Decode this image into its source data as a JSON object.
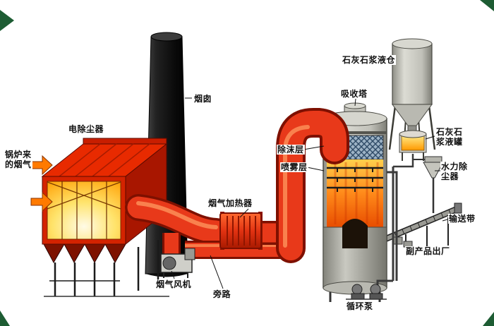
{
  "labels": {
    "boiler_gas": "锅炉来\n的烟气",
    "esp": "电除尘器",
    "chimney": "烟囱",
    "gas_heater": "烟气加热器",
    "gas_fan": "烟气风机",
    "bypass": "旁路",
    "demister_layer": "除沫层",
    "spray_layer": "喷雾层",
    "absorber_tower": "吸收塔",
    "limestone_slurry_silo": "石灰石浆液仓",
    "limestone_slurry_tank": "石灰石\n浆液罐",
    "hydraulic_dust_collector": "水力除\n尘器",
    "conveyor_belt": "输送带",
    "byproduct_out": "副产品出厂",
    "circulation_pump": "循环泵"
  },
  "colors": {
    "duct_orange": "#e8391a",
    "duct_outline": "#7e1000",
    "esp_red": "#d42300",
    "glow_yellow": "#ffdd55",
    "chimney_dark": "#1e1e1e",
    "tower_gray": "#c6c6be",
    "arrow_orange": "#ff7a00",
    "corner_green": "#1d5c33",
    "label_text": "#111111",
    "label_bg": "#ffffff"
  }
}
